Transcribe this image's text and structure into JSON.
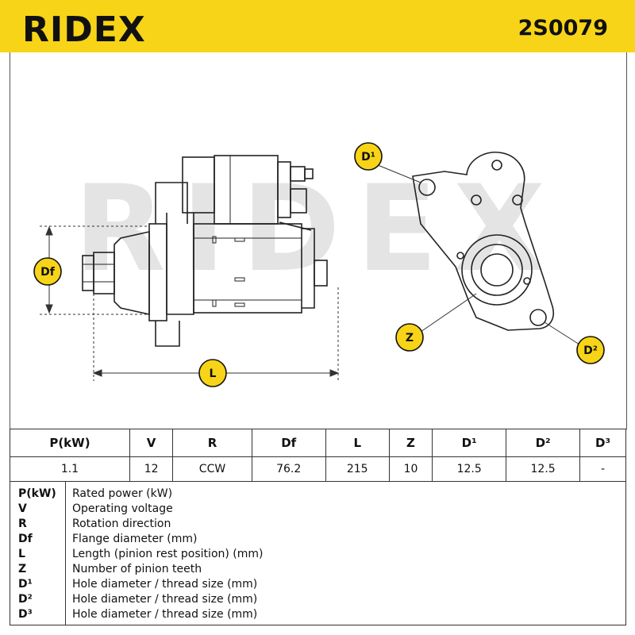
{
  "header": {
    "brand": "RIDEX",
    "part_number": "2S0079",
    "background": "#f7d417"
  },
  "drawing": {
    "watermark": "RIDEX",
    "labels": {
      "df": "Df",
      "l": "L",
      "z": "Z",
      "d1": "D¹",
      "d2": "D²"
    }
  },
  "specs": {
    "columns": [
      "P(kW)",
      "V",
      "R",
      "Df",
      "L",
      "Z",
      "D¹",
      "D²",
      "D³"
    ],
    "values": [
      "1.1",
      "12",
      "CCW",
      "76.2",
      "215",
      "10",
      "12.5",
      "12.5",
      "-"
    ]
  },
  "legend": [
    {
      "symbol": "P(kW)",
      "description": "Rated power (kW)"
    },
    {
      "symbol": "V",
      "description": "Operating voltage"
    },
    {
      "symbol": "R",
      "description": "Rotation direction"
    },
    {
      "symbol": "Df",
      "description": "Flange diameter (mm)"
    },
    {
      "symbol": "L",
      "description": "Length (pinion rest position) (mm)"
    },
    {
      "symbol": "Z",
      "description": "Number of pinion teeth"
    },
    {
      "symbol": "D¹",
      "description": "Hole diameter / thread size (mm)"
    },
    {
      "symbol": "D²",
      "description": "Hole diameter / thread size (mm)"
    },
    {
      "symbol": "D³",
      "description": "Hole diameter / thread size (mm)"
    }
  ]
}
